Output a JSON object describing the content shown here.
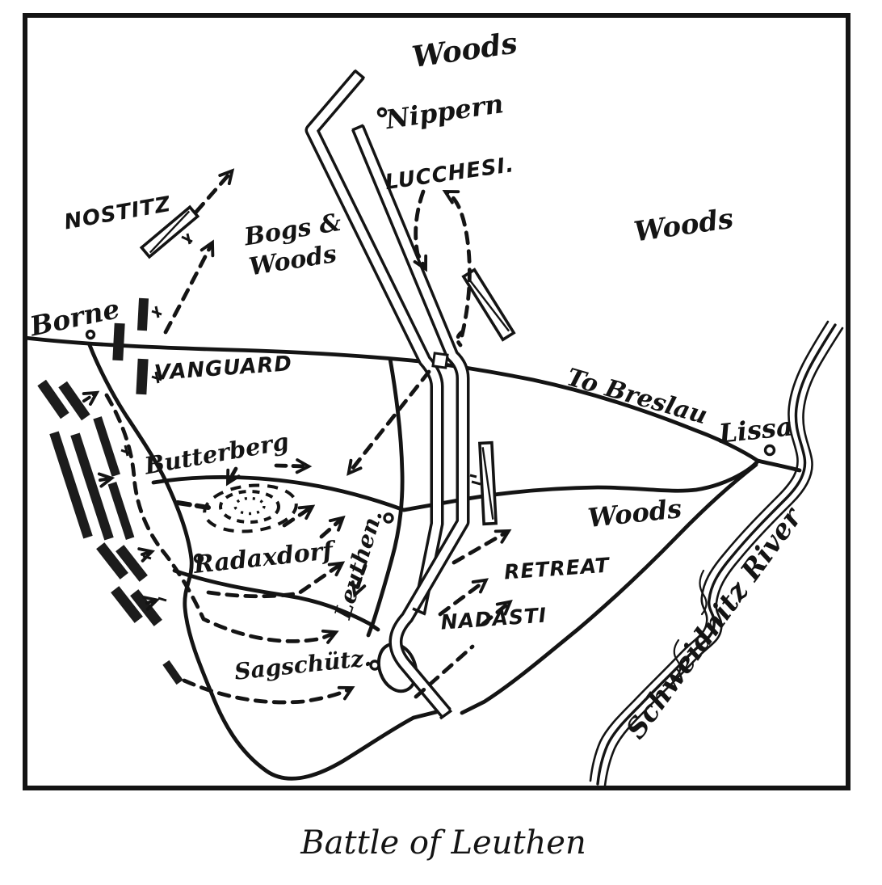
{
  "caption": "Battle of Leuthen",
  "colors": {
    "ink": "#141414",
    "paper": "#ffffff"
  },
  "labels": {
    "woods_north": "Woods",
    "nippern": "Nippern",
    "lucchesi": "LUCCHESI.",
    "nostitz": "NOSTITZ",
    "bogs_line1": "Bogs &",
    "bogs_line2": "Woods",
    "woods_east": "Woods",
    "borne": "Borne",
    "vanguard": "VANGUARD",
    "to_breslau": "To Breslau",
    "lissa": "Lissa",
    "butterberg": "Butterberg",
    "radaxdorf": "Radaxdorf",
    "leuthen": "Leuthen.",
    "woods_southeast": "Woods",
    "retreat": "RETREAT",
    "nadasti": "NADASTI",
    "sagschutz": "Sagschütz.",
    "schweidnitz_river": "Schweidnitz River"
  }
}
